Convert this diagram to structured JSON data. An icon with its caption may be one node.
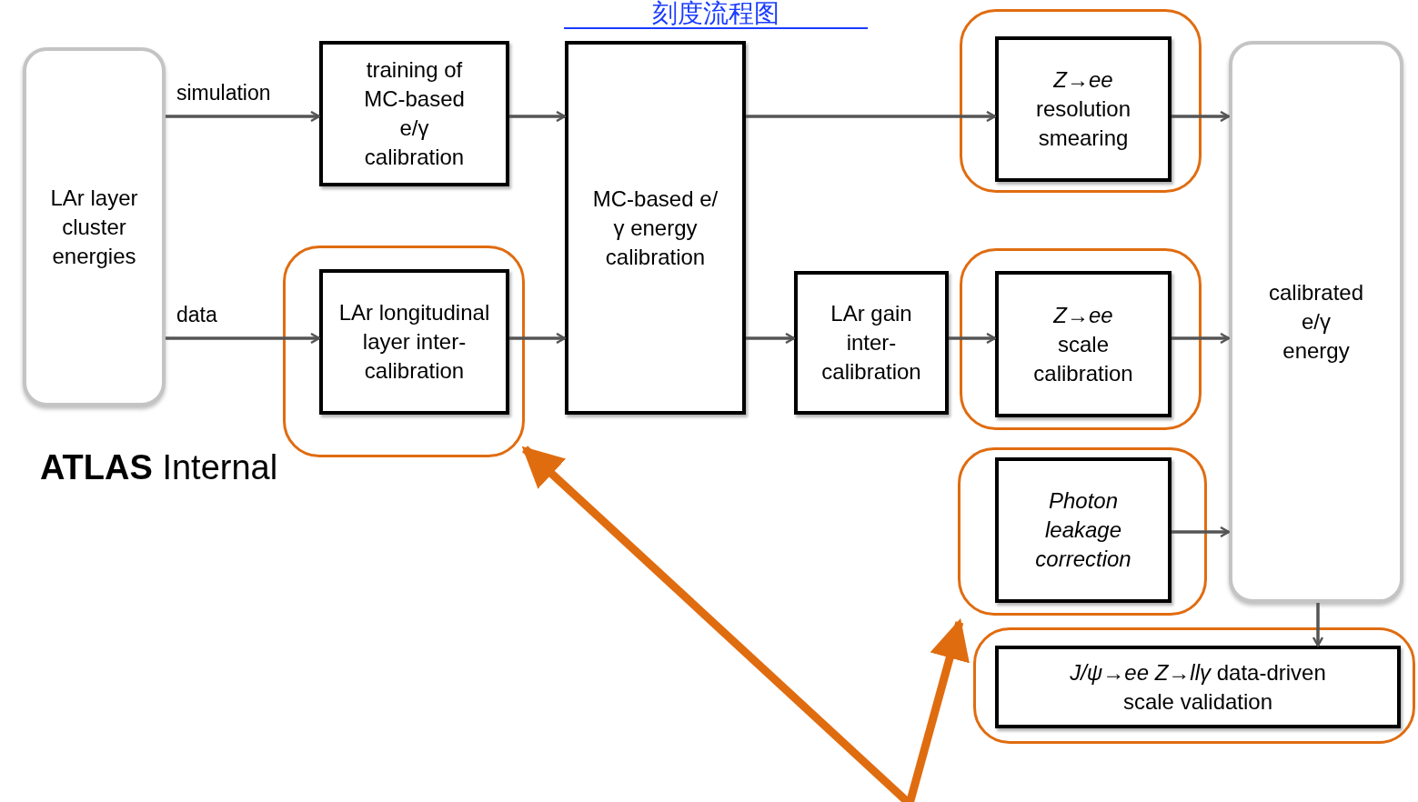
{
  "diagram": {
    "title": "刻度流程图",
    "nodes": [
      {
        "text": [
          "LAr layer cluster energies"
        ]
      },
      {
        "text": [
          "training of MC-based e/γ calibration"
        ]
      },
      {
        "text": [],
        "shape": "box"
      },
      {
        "text": [
          "LAr longitudinal layer inter-calibration"
        ],
        "in": 2
      },
      {
        "text": [
          "MC-based e/γ energy calibration"
        ]
      },
      {
        "text": [],
        "shape": "box"
      },
      {
        "text": [
          "*Z→ee* resolution smearing"
        ],
        "in": 5
      },
      {
        "text": [
          "LAr gain inter-calibration"
        ]
      },
      {
        "text": [],
        "shape": "box"
      },
      {
        "text": [
          "*Z→ee* scale calibration"
        ],
        "in": 8
      },
      {
        "text": [],
        "shape": "box"
      },
      {
        "text": [
          "Photon leakage correction"
        ],
        "in": 10
      },
      {
        "text": [
          "calibrated e/γ energy"
        ]
      },
      {
        "text": [],
        "shape": "box"
      },
      {
        "text": [
          "*J/ψ→ee Z→llγ* data-driven scale validation"
        ],
        "in": 13
      }
    ],
    "edges": [
      {
        "from": 0,
        "to": 1,
        "arrow": "to",
        "label": "simulation"
      },
      {
        "from": 0,
        "to": 3,
        "arrow": "to",
        "label": "data"
      },
      {
        "from": 1,
        "to": 4,
        "arrow": "to"
      },
      {
        "from": 3,
        "to": 4,
        "arrow": "to"
      },
      {
        "from": 4,
        "to": 6,
        "arrow": "to"
      },
      {
        "from": 4,
        "to": 7,
        "arrow": "to"
      },
      {
        "from": 7,
        "to": 9,
        "arrow": "to"
      },
      {
        "from": 6,
        "to": 12,
        "arrow": "to"
      },
      {
        "from": 9,
        "to": 12,
        "arrow": "to"
      },
      {
        "from": 11,
        "to": 12,
        "arrow": "to"
      },
      {
        "from": 12,
        "to": 14,
        "arrow": "to"
      },
      {
        "from": null,
        "to": 2,
        "arrow": "to",
        "style": "thick",
        "color": "#e06c10"
      },
      {
        "from": null,
        "to": 10,
        "arrow": "to",
        "style": "thick",
        "color": "#e06c10"
      }
    ],
    "labels": [
      "**ATLAS** Internal"
    ]
  }
}
